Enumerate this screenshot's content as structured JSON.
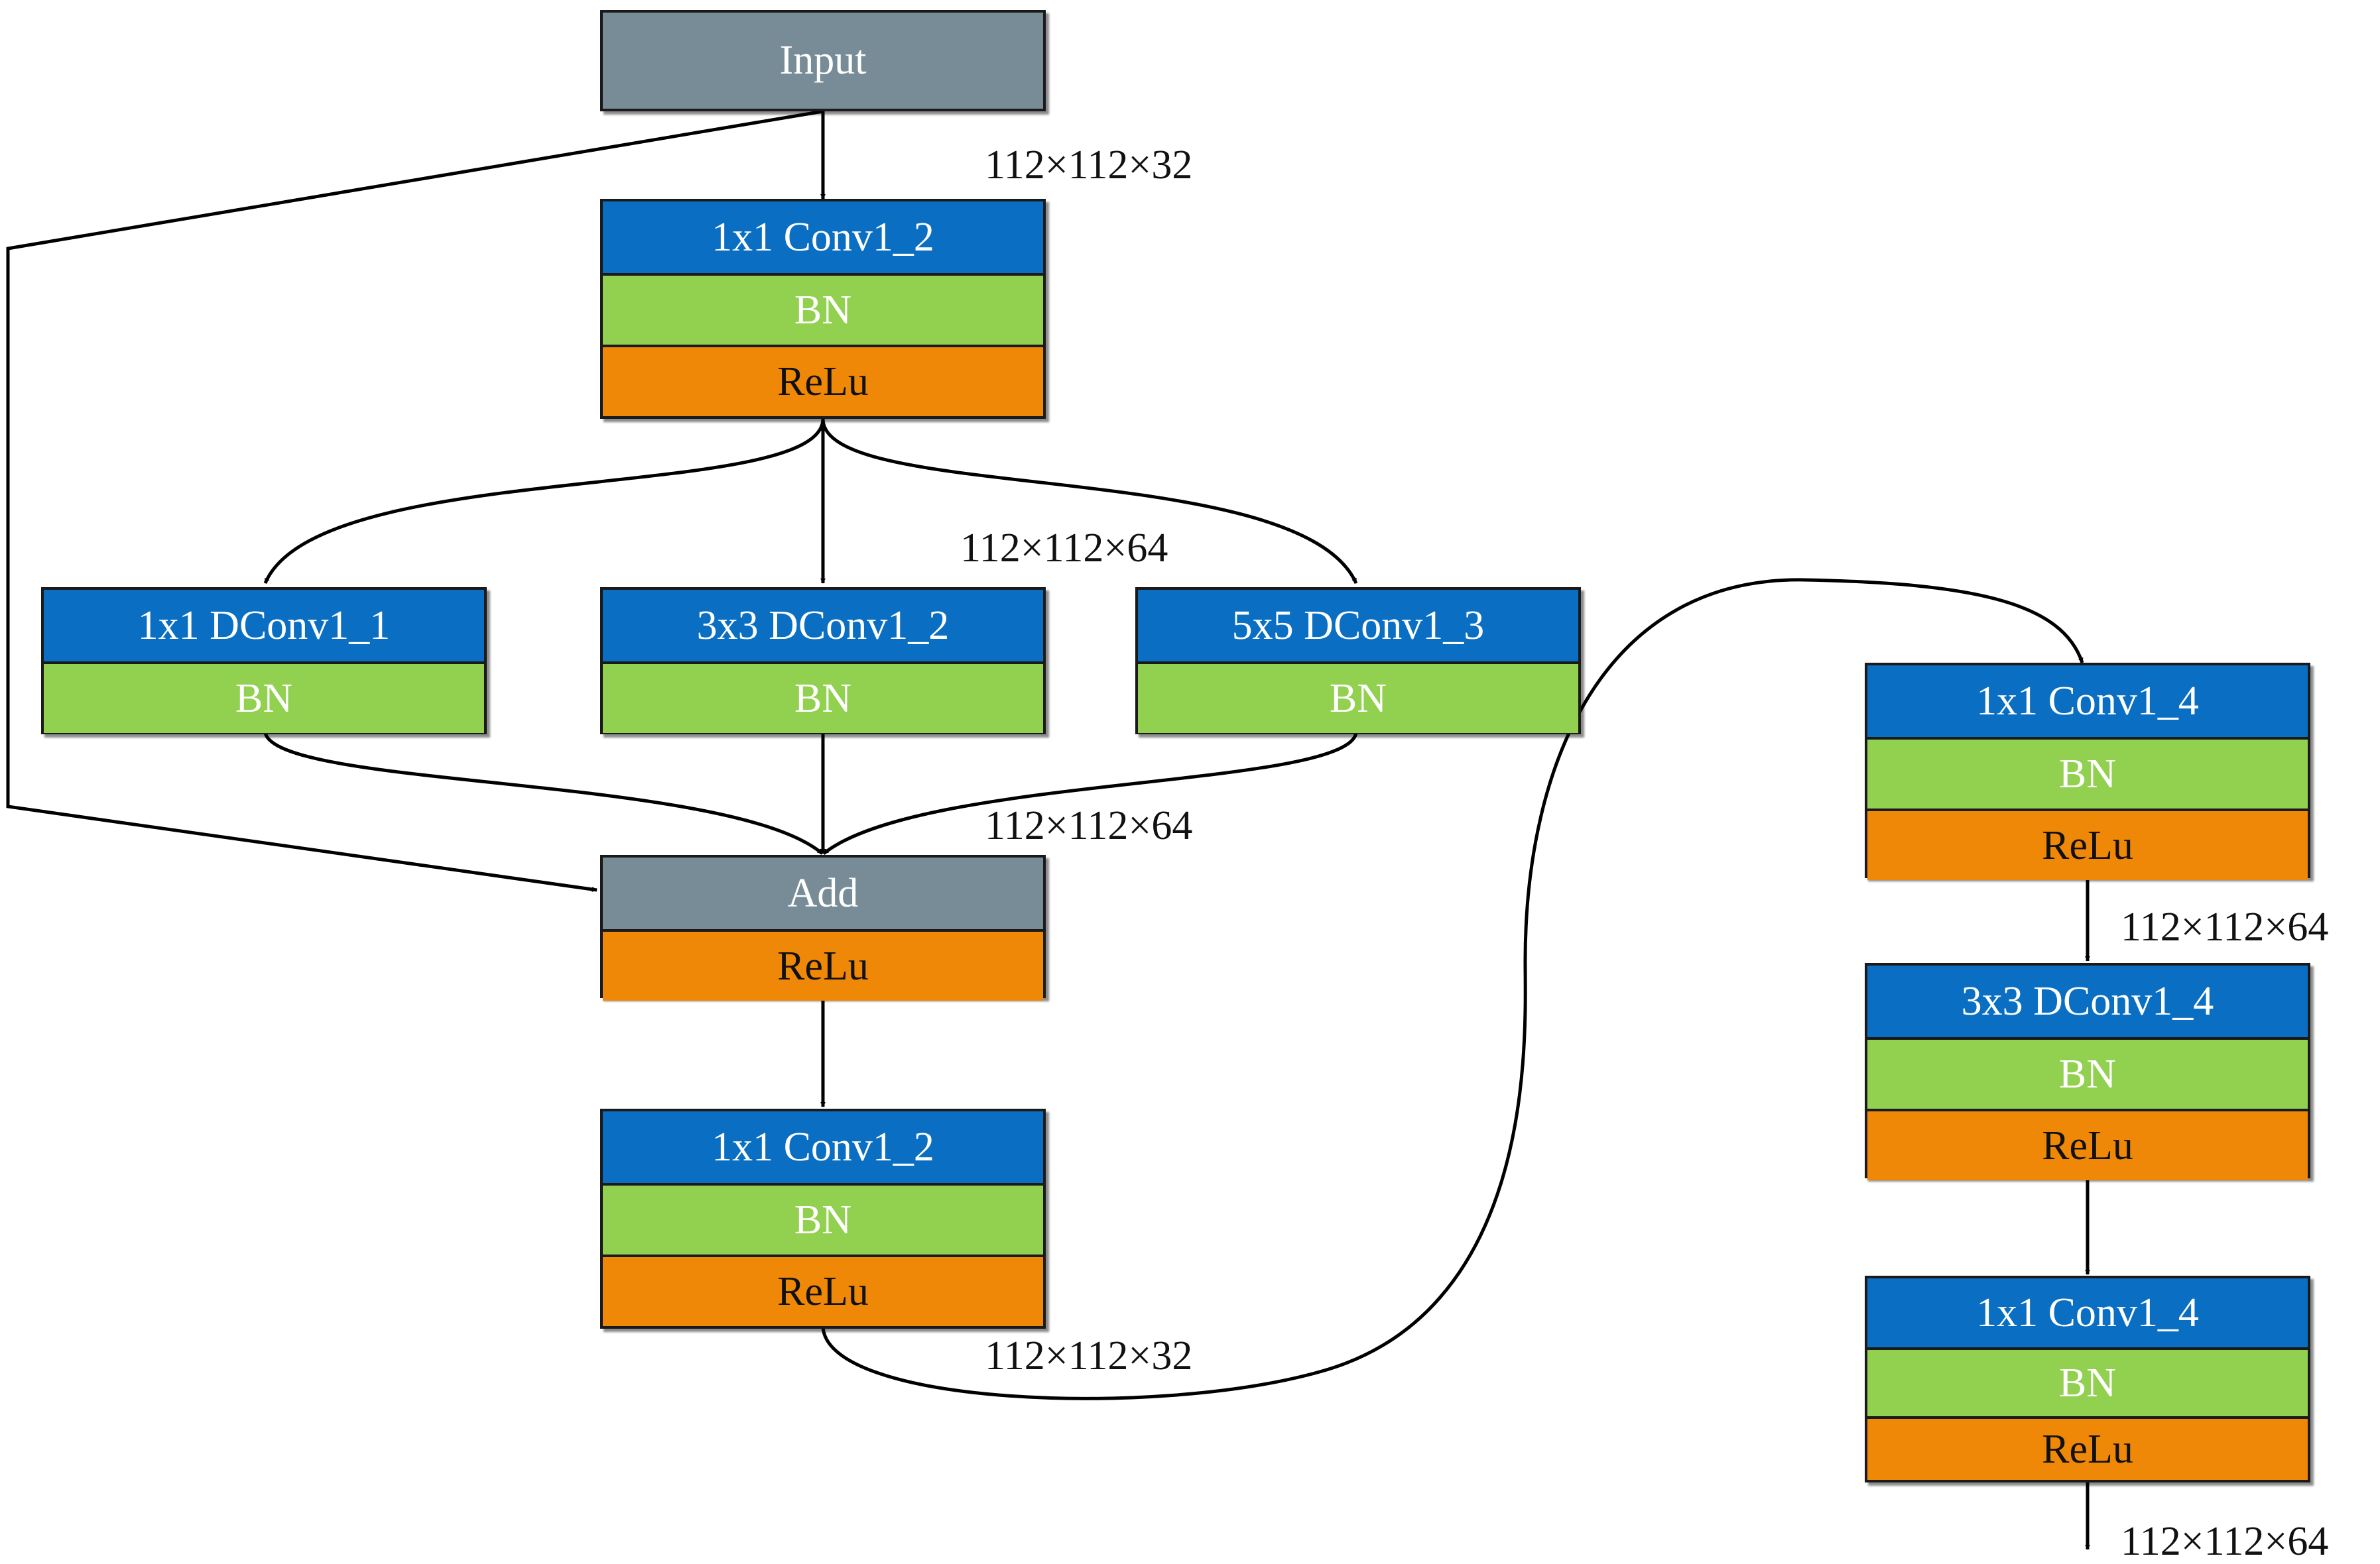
{
  "blocks": {
    "input": {
      "label": "Input"
    },
    "conv_top": {
      "conv": "1x1 Conv1_2",
      "bn": "BN",
      "relu": "ReLu"
    },
    "dconv1": {
      "conv": "1x1 DConv1_1",
      "bn": "BN"
    },
    "dconv2": {
      "conv": "3x3 DConv1_2",
      "bn": "BN"
    },
    "dconv3": {
      "conv": "5x5 DConv1_3",
      "bn": "BN"
    },
    "add": {
      "label": "Add",
      "relu": "ReLu"
    },
    "conv_mid": {
      "conv": "1x1 Conv1_2",
      "bn": "BN",
      "relu": "ReLu"
    },
    "conv_r1": {
      "conv": "1x1 Conv1_4",
      "bn": "BN",
      "relu": "ReLu"
    },
    "dconv_r": {
      "conv": "3x3 DConv1_4",
      "bn": "BN",
      "relu": "ReLu"
    },
    "conv_r2": {
      "conv": "1x1 Conv1_4",
      "bn": "BN",
      "relu": "ReLu"
    }
  },
  "dims": {
    "after_input": "112×112×32",
    "after_conv_top": "112×112×64",
    "after_dconv": "112×112×64",
    "after_conv_mid": "112×112×32",
    "after_conv_r1": "112×112×64",
    "output": "112×112×64"
  },
  "colors": {
    "conv": "#0a6fc2",
    "bn": "#92d050",
    "relu": "#ef8806",
    "input_add": "#778c96"
  }
}
